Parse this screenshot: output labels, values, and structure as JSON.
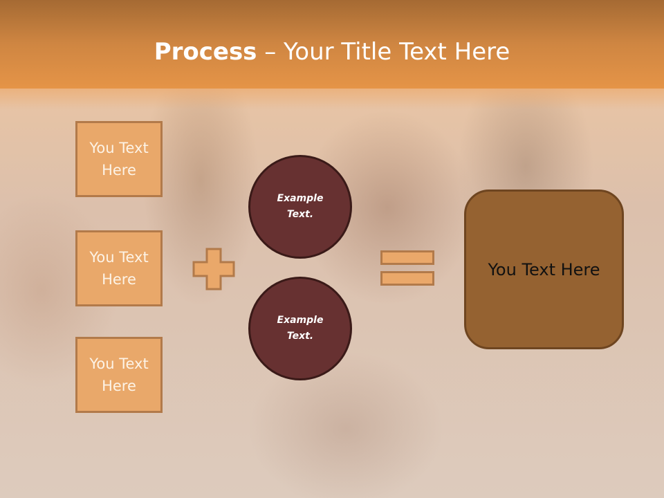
{
  "slide": {
    "title_bold": "Process",
    "title_rest": " – Your Title Text Here",
    "left_boxes": [
      {
        "label": "You Text\nHere"
      },
      {
        "label": "You Text\nHere"
      },
      {
        "label": "You Text\nHere"
      }
    ],
    "circles": [
      {
        "label": "Example\nText."
      },
      {
        "label": "Example\nText."
      }
    ],
    "result_box": {
      "label": "You Text Here"
    },
    "operators": {
      "plus": "plus-icon",
      "equals": "equals-icon"
    },
    "colors": {
      "header": "#cf8642",
      "box_fill": "#e9a86a",
      "box_border": "#b27a4a",
      "circle_fill": "#673131",
      "result_fill": "#956231"
    }
  }
}
